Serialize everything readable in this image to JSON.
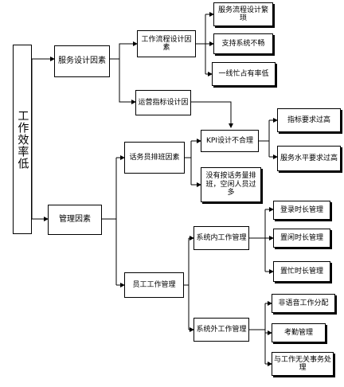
{
  "diagram": {
    "root": "工作效率低",
    "service_design": "服务设计因素",
    "workflow_design": "工作流程设计因素",
    "process_bottleneck": "服务流程设计繁琐",
    "system_unstable": "支持系统不畅",
    "line_occupancy": "一线忙占有率低",
    "operation_indicator": "运营指标设计因",
    "kpi_unreasonable": "KPI设计不合理",
    "indicator_high": "指标要求过高",
    "service_level_high": "服务水平要求过高",
    "management": "管理因素",
    "agent_scheduling": "话务员排班因素",
    "no_scheduling": "没有按话务量排班，空闲人员过多",
    "staff_management": "员工工作管理",
    "in_system": "系统内工作管理",
    "login_time": "登录时长管理",
    "idle_time": "置闲时长管理",
    "busy_time": "置忙时长管理",
    "out_system": "系统外工作管理",
    "non_voice": "非语音工作分配",
    "attendance": "考勤管理",
    "unrelated": "与工作无关事务处理"
  }
}
